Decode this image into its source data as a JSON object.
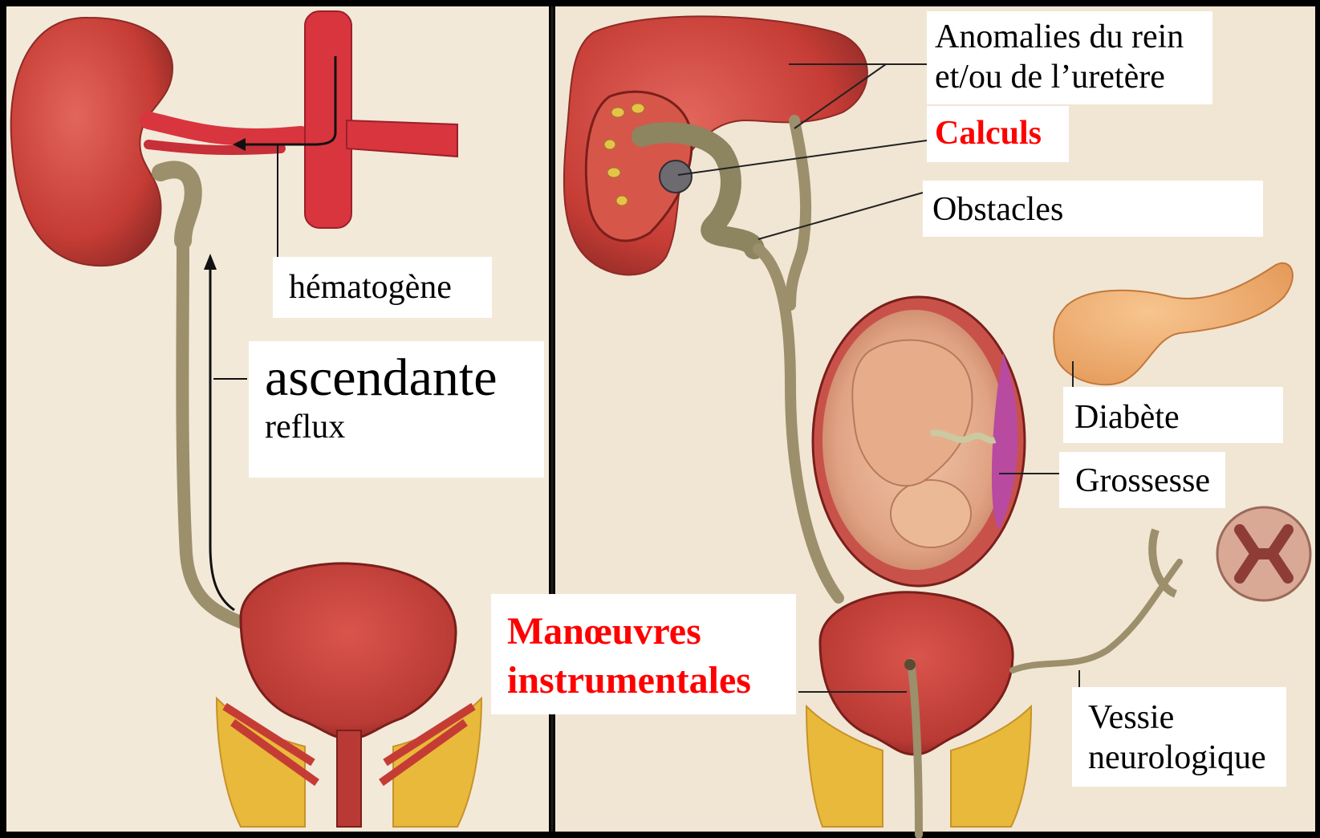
{
  "labels": {
    "hematogene": "hématogène",
    "ascendante": "ascendante",
    "reflux": "reflux",
    "anomalies_line1": "Anomalies du rein",
    "anomalies_line2": "et/ou de l’uretère",
    "calculs": "Calculs",
    "obstacles": "Obstacles",
    "diabete": "Diabète",
    "grossesse": "Grossesse",
    "manoeuvres_line1": "Manœuvres",
    "manoeuvres_line2": "instrumentales",
    "vessie_line1": "Vessie",
    "vessie_line2": "neurologique"
  },
  "colors": {
    "background": "#000000",
    "parchment": "#f3e9d9",
    "kidney": "#c9413a",
    "vessel": "#d8353f",
    "ureter": "#9c8f6b",
    "highlight_text": "#ff0000",
    "label_box": "#ffffff"
  },
  "icons": {
    "arrow_ascending": "upward-arrow",
    "arrow_hematogenous": "leftward-arrow"
  }
}
